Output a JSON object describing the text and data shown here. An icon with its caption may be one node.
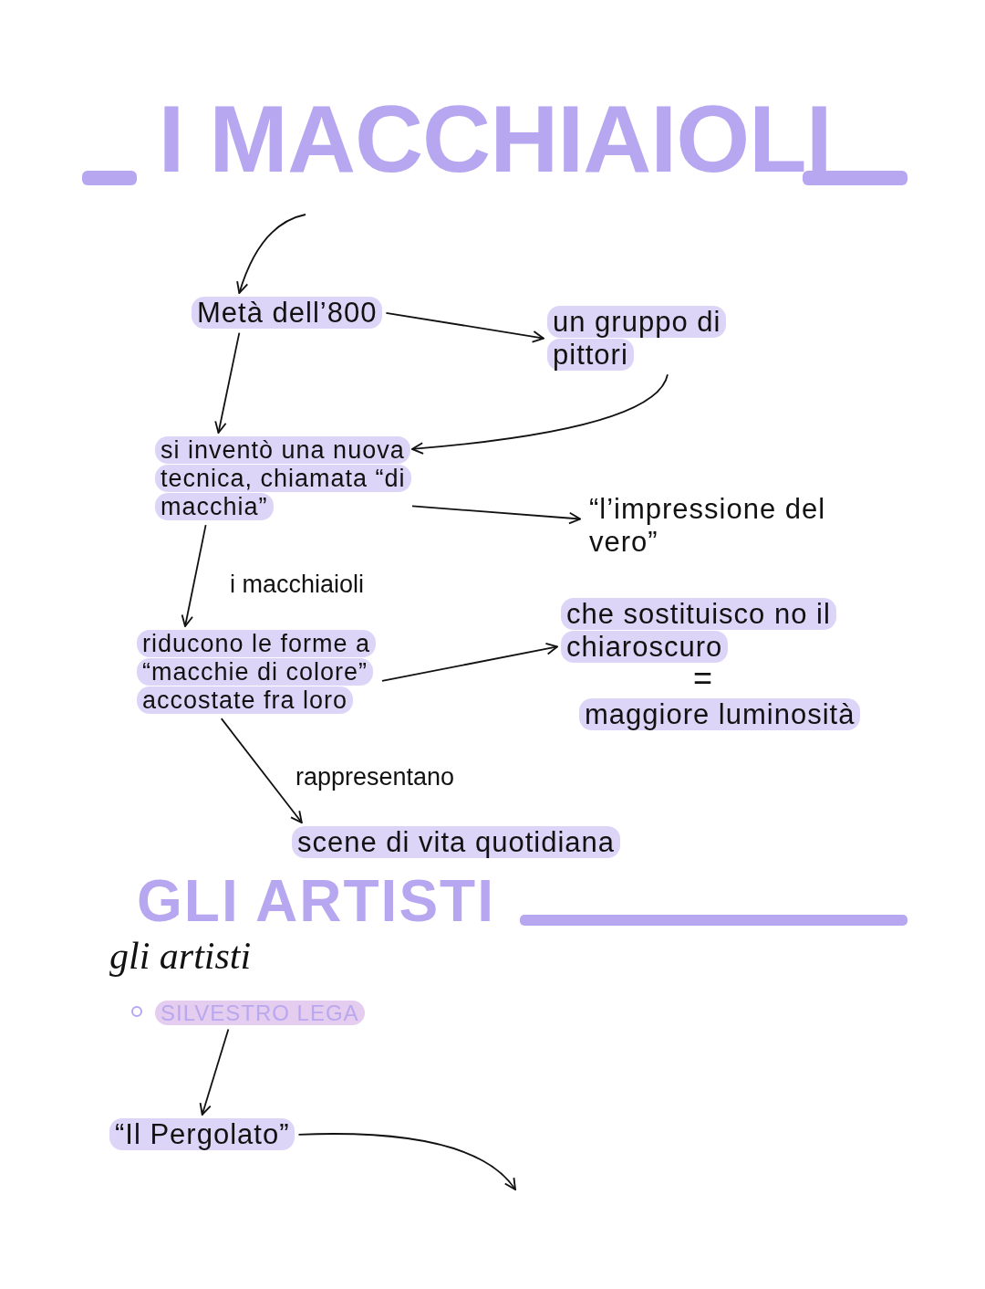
{
  "diagram": {
    "title": "I MACCHIAIOLI",
    "nodes": [
      {
        "text": [
          "Metà dell’800"
        ]
      },
      {
        "text": [
          "un gruppo di pittori"
        ]
      },
      {
        "text": [
          "si inventò una nuova tecnica, chiamata “di macchia”"
        ]
      },
      {
        "text": [
          "“l’impressione del vero”"
        ]
      },
      {
        "text": [
          "riducono le forme a “macchie di colore” accostate fra loro"
        ]
      },
      {
        "text": [
          "che sostituisco no il chiaroscuro"
        ]
      },
      {
        "text": [
          "maggiore luminosità"
        ]
      },
      {
        "text": [
          "scene di vita quotidiana"
        ]
      },
      {
        "text": [
          "SILVESTRO LEGA"
        ]
      },
      {
        "text": [
          "“Il Pergolato”"
        ]
      }
    ],
    "edges": [
      {
        "from": null,
        "to": 0,
        "arrow": "to"
      },
      {
        "from": 0,
        "to": 1,
        "arrow": "to"
      },
      {
        "from": 0,
        "to": 2,
        "arrow": "to"
      },
      {
        "from": 1,
        "to": 2,
        "arrow": "to"
      },
      {
        "from": 2,
        "to": 3,
        "arrow": "to"
      },
      {
        "from": 2,
        "to": 4,
        "arrow": "to",
        "label": "i macchiaioli"
      },
      {
        "from": 4,
        "to": 5,
        "arrow": "to"
      },
      {
        "from": 4,
        "to": 7,
        "arrow": "to",
        "label": "rappresentano"
      },
      {
        "from": 8,
        "to": 9,
        "arrow": "to"
      },
      {
        "from": 9,
        "to": null,
        "arrow": "to"
      }
    ],
    "labels": [
      "=",
      "GLI ARTISTI",
      "gli artisti"
    ]
  }
}
